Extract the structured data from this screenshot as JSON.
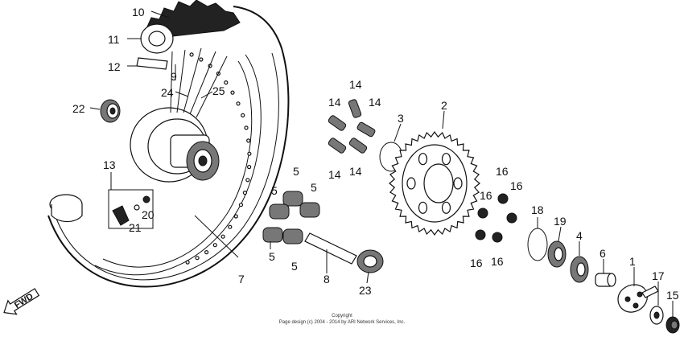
{
  "callouts": [
    {
      "id": "c10",
      "text": "10"
    },
    {
      "id": "c11",
      "text": "11"
    },
    {
      "id": "c12",
      "text": "12"
    },
    {
      "id": "c9",
      "text": "9"
    },
    {
      "id": "c24",
      "text": "24"
    },
    {
      "id": "c25",
      "text": "25"
    },
    {
      "id": "c22",
      "text": "22"
    },
    {
      "id": "c13",
      "text": "13"
    },
    {
      "id": "c20",
      "text": "20"
    },
    {
      "id": "c21",
      "text": "21"
    },
    {
      "id": "c7",
      "text": "7"
    },
    {
      "id": "c5a",
      "text": "5"
    },
    {
      "id": "c5b",
      "text": "5"
    },
    {
      "id": "c5c",
      "text": "5"
    },
    {
      "id": "c5d",
      "text": "5"
    },
    {
      "id": "c5e",
      "text": "5"
    },
    {
      "id": "c8",
      "text": "8"
    },
    {
      "id": "c23",
      "text": "23"
    },
    {
      "id": "c14a",
      "text": "14"
    },
    {
      "id": "c14b",
      "text": "14"
    },
    {
      "id": "c14c",
      "text": "14"
    },
    {
      "id": "c14d",
      "text": "14"
    },
    {
      "id": "c14e",
      "text": "14"
    },
    {
      "id": "c3",
      "text": "3"
    },
    {
      "id": "c2",
      "text": "2"
    },
    {
      "id": "c16a",
      "text": "16"
    },
    {
      "id": "c16b",
      "text": "16"
    },
    {
      "id": "c16c",
      "text": "16"
    },
    {
      "id": "c16d",
      "text": "16"
    },
    {
      "id": "c16e",
      "text": "16"
    },
    {
      "id": "c18",
      "text": "18"
    },
    {
      "id": "c19",
      "text": "19"
    },
    {
      "id": "c4",
      "text": "4"
    },
    {
      "id": "c6",
      "text": "6"
    },
    {
      "id": "c1",
      "text": "1"
    },
    {
      "id": "c17",
      "text": "17"
    },
    {
      "id": "c15",
      "text": "15"
    }
  ],
  "fwd_label": "FWD",
  "copyright": {
    "line1": "Copyright",
    "line2": "Page design (c) 2004 - 2014 by ARI Network Services, Inc."
  }
}
